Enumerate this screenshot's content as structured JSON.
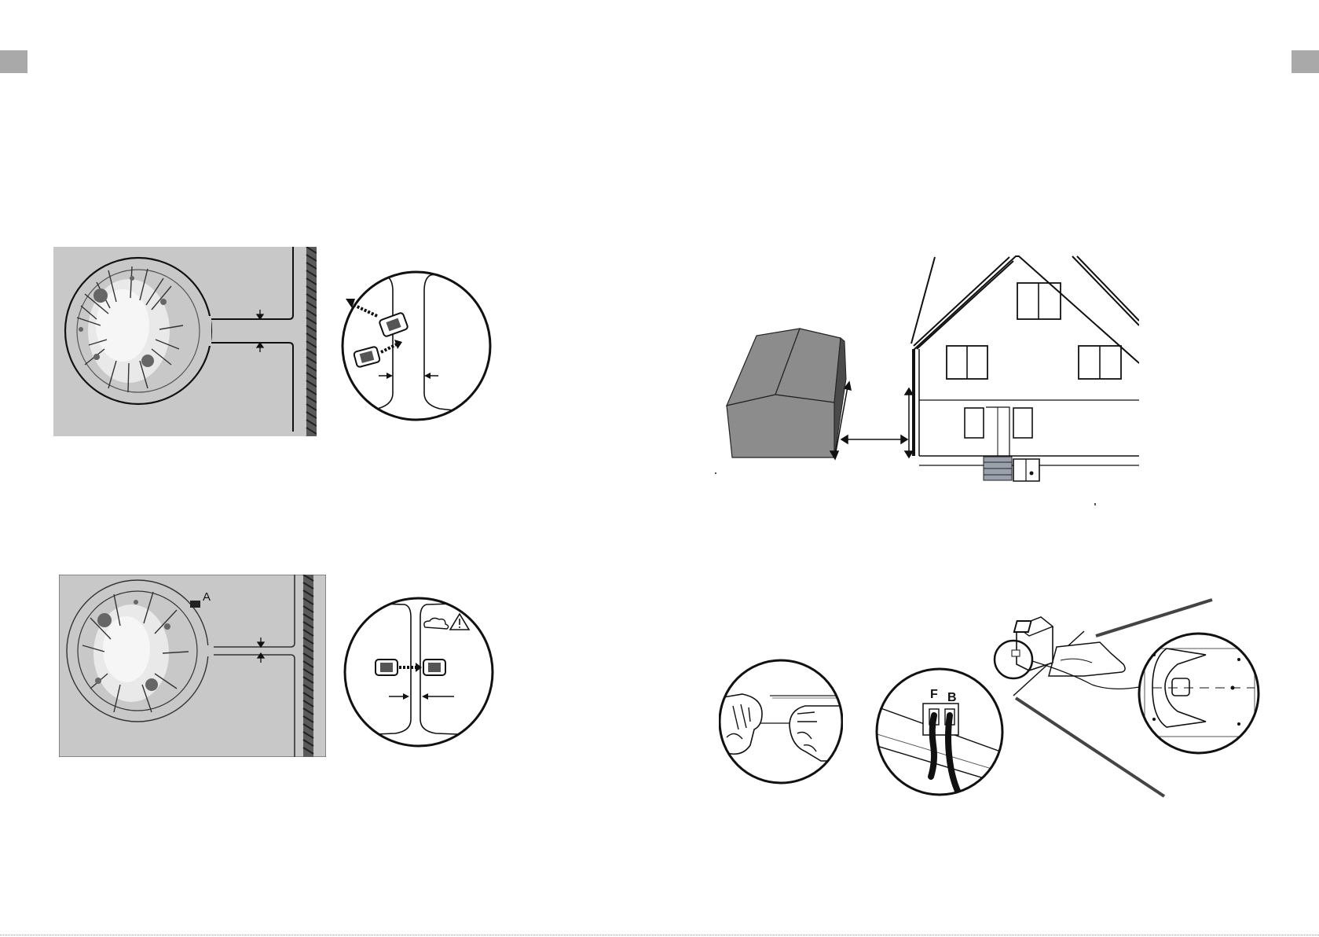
{
  "manual_page": {
    "figure_2": {
      "obstacle_label": "A"
    },
    "figure_6": {
      "socket_labels": [
        "F",
        "B"
      ]
    }
  },
  "colors": {
    "page_tab": "#a9a9a9",
    "lawn_panel": "#c8c8c8",
    "line_art": "#111111",
    "shed_dark": "#5a5a5a",
    "shed_light": "#8c8c8c"
  },
  "icons": {
    "warning": "warning-triangle-icon"
  }
}
